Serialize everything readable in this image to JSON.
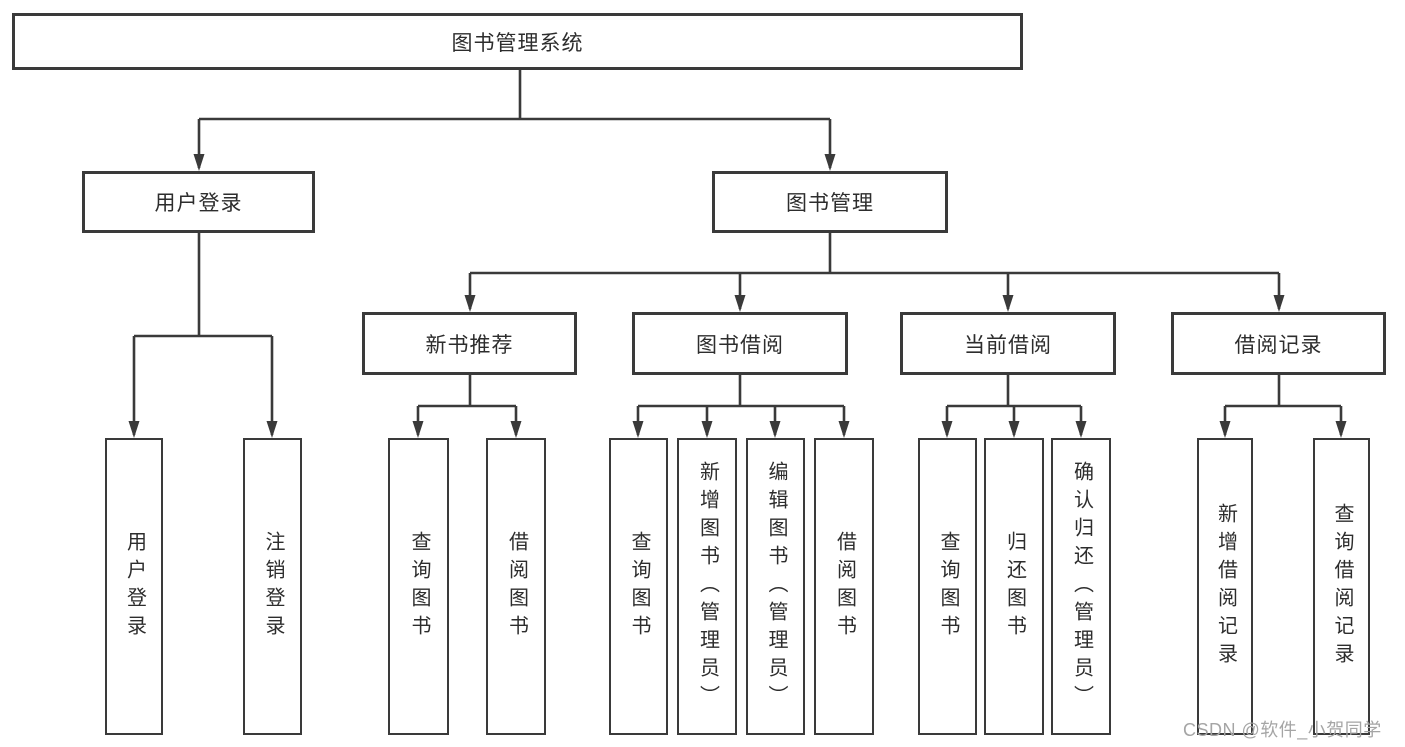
{
  "style": {
    "line_color": "#3a3a3a",
    "box_border_color": "#3a3a3a",
    "text_color": "#2d2d2d",
    "background": "#ffffff",
    "watermark_color": "#a5a5a5"
  },
  "tree": {
    "root": {
      "label": "图书管理系统"
    },
    "branches": [
      {
        "label": "用户登录",
        "children": [
          {
            "label": "用户登录"
          },
          {
            "label": "注销登录"
          }
        ]
      },
      {
        "label": "图书管理",
        "groups": [
          {
            "label": "新书推荐",
            "children": [
              {
                "label": "查询图书"
              },
              {
                "label": "借阅图书"
              }
            ]
          },
          {
            "label": "图书借阅",
            "children": [
              {
                "label": "查询图书"
              },
              {
                "label": "新增图书（管理员）"
              },
              {
                "label": "编辑图书（管理员）"
              },
              {
                "label": "借阅图书"
              }
            ]
          },
          {
            "label": "当前借阅",
            "children": [
              {
                "label": "查询图书"
              },
              {
                "label": "归还图书"
              },
              {
                "label": "确认归还（管理员）"
              }
            ]
          },
          {
            "label": "借阅记录",
            "children": [
              {
                "label": "新增借阅记录"
              },
              {
                "label": "查询借阅记录"
              }
            ]
          }
        ]
      }
    ]
  },
  "watermark": {
    "text": "CSDN @软件_小贺同学"
  }
}
